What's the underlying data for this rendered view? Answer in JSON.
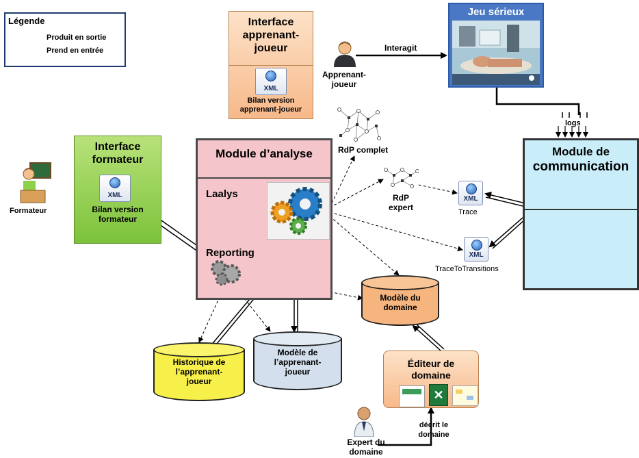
{
  "legend": {
    "title": "Légende",
    "output": "Produit en sortie",
    "input": "Prend en entrée"
  },
  "learner_interface": {
    "title_line1": "Interface",
    "title_line2": "apprenant-",
    "title_line3": "joueur",
    "xml": "XML",
    "report_line1": "Bilan version",
    "report_line2": "apprenant-joueur"
  },
  "learner": {
    "line1": "Apprenant-",
    "line2": "joueur",
    "interacts": "Interagit"
  },
  "game": {
    "title": "Jeu sérieux"
  },
  "logs": "logs",
  "trainer_interface": {
    "title_line1": "Interface",
    "title_line2": "formateur",
    "xml": "XML",
    "report_line1": "Bilan version",
    "report_line2": "formateur"
  },
  "trainer": "Formateur",
  "analysis_module": {
    "title": "Module d’analyse",
    "laalys": "Laalys",
    "reporting": "Reporting"
  },
  "petri": {
    "complete": "RdP complet",
    "expert_line1": "RdP",
    "expert_line2": "expert"
  },
  "trace": {
    "xml": "XML",
    "label": "Trace"
  },
  "trace_transitions": {
    "xml": "XML",
    "label": "TraceToTransitions"
  },
  "communication": {
    "line1": "Module de",
    "line2": "communication"
  },
  "domain_model": {
    "line1": "Modèle du",
    "line2": "domaine"
  },
  "history": {
    "line1": "Historique de",
    "line2": "l’apprenant-",
    "line3": "joueur"
  },
  "learner_model": {
    "line1": "Modèle de",
    "line2": "l’apprenant-",
    "line3": "joueur"
  },
  "domain_editor": {
    "line1": "Éditeur de",
    "line2": "domaine"
  },
  "expert": {
    "line1": "Expert du",
    "line2": "domaine"
  },
  "describes": {
    "line1": "décrit le",
    "line2": "domaine"
  }
}
